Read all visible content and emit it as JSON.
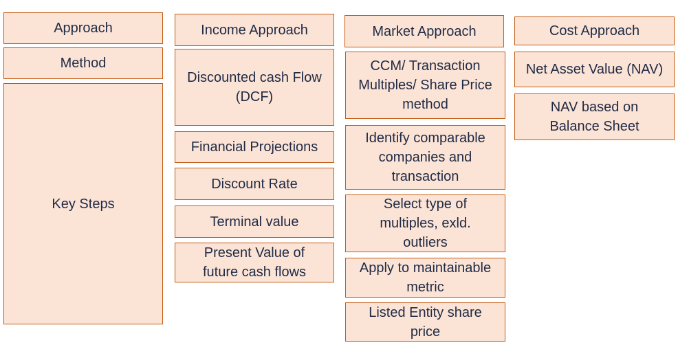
{
  "colors": {
    "box_fill": "#fbe3d6",
    "box_border": "#c55a11",
    "text": "#1f2a44"
  },
  "labels": {
    "approach": "Approach",
    "method": "Method",
    "key_steps": "Key Steps"
  },
  "income": {
    "approach": "Income Approach",
    "method": "Discounted cash Flow\n(DCF)",
    "steps": [
      "Financial Projections",
      "Discount Rate",
      "Terminal value",
      "Present Value of\nfuture cash flows"
    ]
  },
  "market": {
    "approach": "Market Approach",
    "method": "CCM/ Transaction\nMultiples/ Share Price\nmethod",
    "steps": [
      "Identify comparable\ncompanies and\ntransaction",
      "Select type of\nmultiples, exld.\noutliers",
      "Apply to maintainable\nmetric",
      "Listed Entity share\nprice"
    ]
  },
  "cost": {
    "approach": "Cost Approach",
    "method": "Net Asset Value (NAV)",
    "steps": [
      "NAV based on\nBalance Sheet"
    ]
  }
}
